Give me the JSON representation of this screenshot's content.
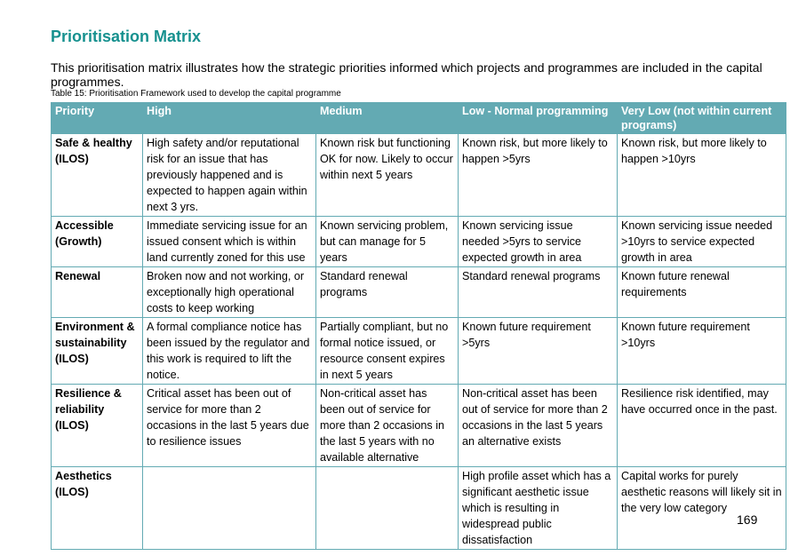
{
  "title": "Prioritisation Matrix",
  "intro": "This prioritisation matrix illustrates how the strategic priorities informed which projects and programmes are included in the capital programmes.",
  "caption": "Table 15: Prioritisation Framework used to develop the capital programme",
  "headers": [
    "Priority",
    "High",
    "Medium",
    "Low - Normal programming",
    "Very Low (not within current programs)"
  ],
  "rows": [
    [
      "Safe & healthy (ILOS)",
      "High safety and/or reputational risk for an issue that has previously happened and is expected to happen again within next 3 yrs.",
      "Known risk but functioning OK for now. Likely to occur within next 5 years",
      "Known risk, but more likely to happen >5yrs",
      "Known risk, but more likely to happen >10yrs"
    ],
    [
      "Accessible (Growth)",
      "Immediate servicing issue for an issued consent which is within land currently zoned for this use",
      "Known servicing problem, but can manage for 5 years",
      "Known servicing issue needed >5yrs to service expected growth in area",
      "Known servicing issue needed >10yrs to service expected growth in area"
    ],
    [
      "Renewal",
      "Broken now and not working, or exceptionally high operational costs to keep working",
      "Standard renewal programs",
      "Standard renewal programs",
      "Known future renewal requirements"
    ],
    [
      "Environment & sustainability (ILOS)",
      "A formal compliance notice has been issued by the regulator and this work is required to lift the notice.",
      "Partially compliant, but no formal notice issued, or resource consent expires in next 5 years",
      "Known future requirement >5yrs",
      "Known future requirement >10yrs"
    ],
    [
      "Resilience & reliability (ILOS)",
      "Critical asset has been out of service for more than 2 occasions in the last 5 years due to resilience issues",
      "Non-critical asset has been out of service for more than 2 occasions in the last 5 years with no available alternative",
      "Non-critical asset has been out of service for more than 2 occasions in the last 5 years an alternative exists",
      "Resilience risk identified, may have occurred once in the past."
    ],
    [
      "Aesthetics (ILOS)",
      "",
      "",
      "High profile asset which has a significant aesthetic issue which is resulting in widespread public dissatisfaction",
      "Capital works for purely aesthetic reasons will likely sit in the very low category"
    ]
  ],
  "page_number": "169"
}
